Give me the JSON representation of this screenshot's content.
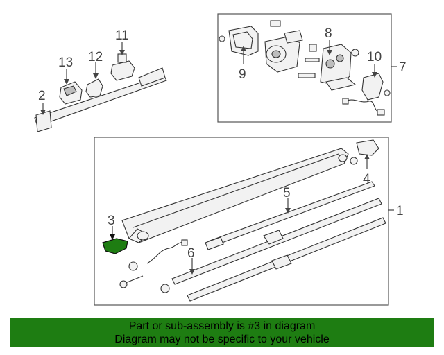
{
  "callouts": {
    "c1": "1",
    "c2": "2",
    "c3": "3",
    "c4": "4",
    "c5": "5",
    "c6": "6",
    "c7": "7",
    "c8": "8",
    "c9": "9",
    "c10": "10",
    "c11": "11",
    "c12": "12",
    "c13": "13"
  },
  "banner": {
    "line1": "Part or sub-assembly is #3 in diagram",
    "line2": "Diagram may not be specific to your vehicle"
  },
  "colors": {
    "banner_bg": "#1e7d12",
    "highlight_part": "#1e7d12"
  }
}
